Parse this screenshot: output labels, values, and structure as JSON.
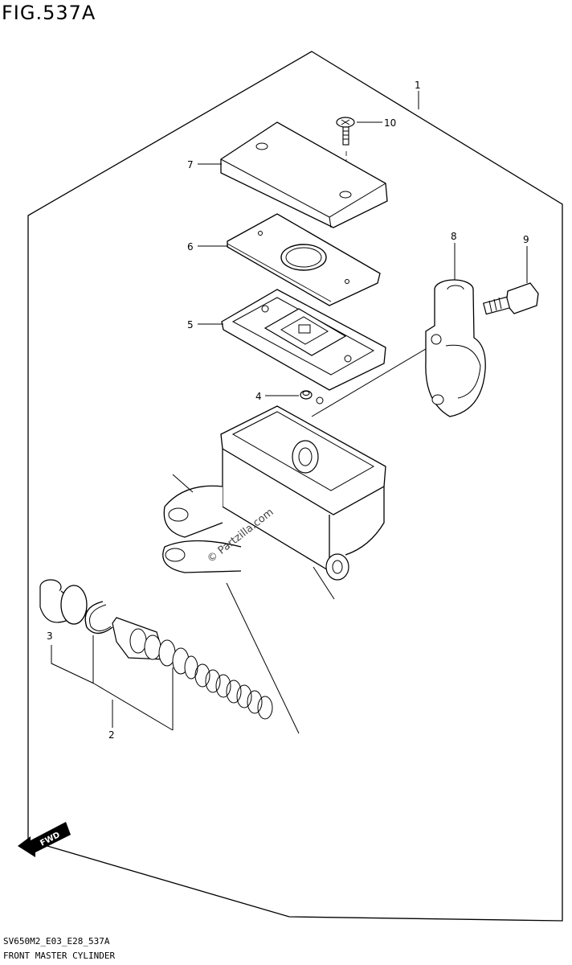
{
  "figure": {
    "title": "FIG.537A",
    "code": "SV650M2_E03_E28_537A",
    "name": "FRONT MASTER CYLINDER"
  },
  "callouts": {
    "c1": "1",
    "c2": "2",
    "c3": "3",
    "c4": "4",
    "c5": "5",
    "c6": "6",
    "c7": "7",
    "c8": "8",
    "c9": "9",
    "c10": "10"
  },
  "watermark": "© Partzilla.com",
  "fwd_label": "FWD"
}
